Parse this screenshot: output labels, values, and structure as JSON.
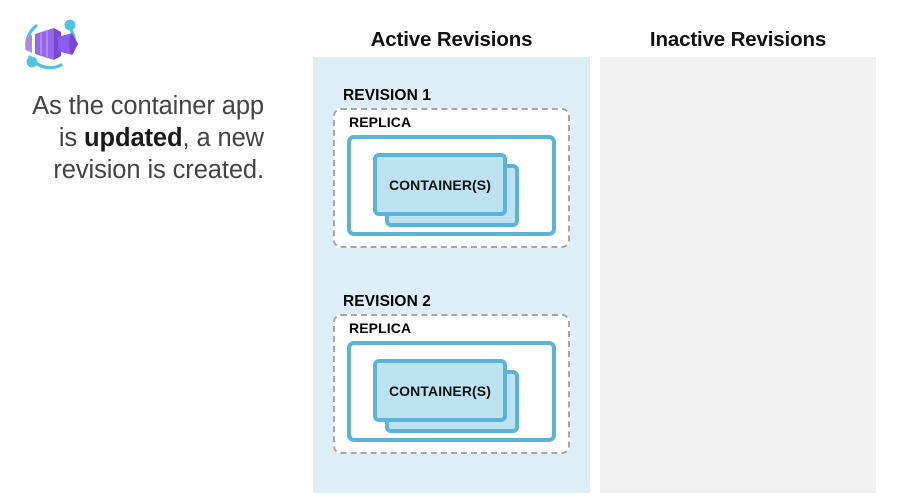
{
  "logo": {
    "icon": "azure-container-apps-icon",
    "colors": {
      "primary": "#8b5cf0",
      "secondary": "#a98ae8",
      "accent": "#4fc3e0"
    }
  },
  "caption": {
    "before": "As the container app is ",
    "emphasis": "updated",
    "after": ", a new revision is created."
  },
  "columns": [
    {
      "id": "active",
      "heading": "Active Revisions",
      "panel_color": "#ddeef7"
    },
    {
      "id": "inactive",
      "heading": "Inactive Revisions",
      "panel_color": "#f1f1f1"
    }
  ],
  "active_revisions": [
    {
      "title": "REVISION 1",
      "replica_label": "REPLICA",
      "container_label": "CONTAINER(S)"
    },
    {
      "title": "REVISION 2",
      "replica_label": "REPLICA",
      "container_label": "CONTAINER(S)"
    }
  ],
  "inactive_revisions": [],
  "palette": {
    "container_fill": "#bde3f0",
    "container_stroke": "#5bb4d8",
    "dashed_stroke": "#a6a6a6",
    "text": "#111111",
    "caption_text": "#434343"
  }
}
